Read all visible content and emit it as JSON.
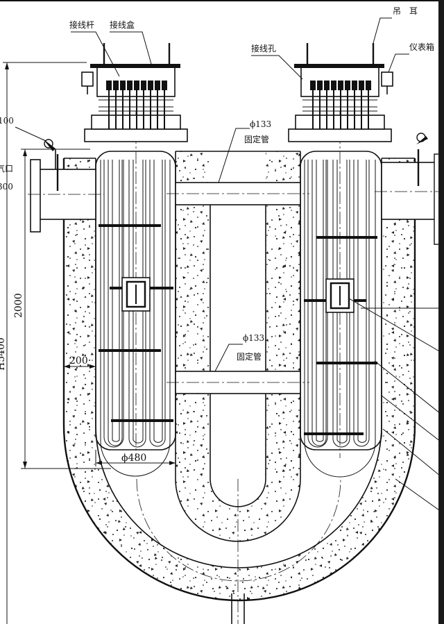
{
  "labels": {
    "terminal_rod": "接线杆",
    "junction_box": "接线盒",
    "lifting_lug": "吊　耳",
    "wiring_hole": "接线孔",
    "instrument_box": "仪表箱",
    "fixed_pipe_top": "固定管",
    "fixed_pipe_mid": "固定管",
    "inlet_partial": "气口",
    "left_100": "100",
    "left_300": "300"
  },
  "dimensions": {
    "pipe_dia_top": "ϕ133",
    "pipe_dia_mid": "ϕ133",
    "height_2000": "2000",
    "insulation_200": "200",
    "shell_dia": "ϕ480",
    "overall_partial": "H5400"
  }
}
